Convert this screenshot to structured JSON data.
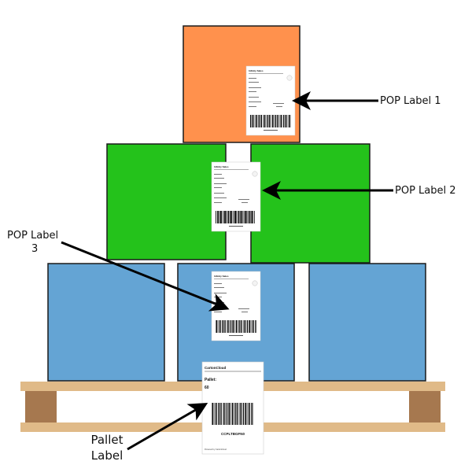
{
  "colors": {
    "orange_box": "#FF914D",
    "green_box": "#24C21B",
    "blue_box": "#64A4D4",
    "pallet_wood": "#E0BA88",
    "pallet_block": "#A6784F",
    "outline": "#1a1a1a",
    "arrow": "#000000"
  },
  "labels": {
    "pop_1": "POP Label 1",
    "pop_2": "POP Label 2",
    "pop_3_line1": "POP Label",
    "pop_3_line2": "3",
    "pallet_line1": "Pallet",
    "pallet_line2": "Label"
  },
  "pallet_label": {
    "brand": "CartonCloud",
    "field": "Pallet:",
    "value": "60",
    "code": "CCPLTBGFN0",
    "footer": "Powered by CartonCloud"
  },
  "pop_label_card": {
    "brand": "Infinity Sales"
  }
}
